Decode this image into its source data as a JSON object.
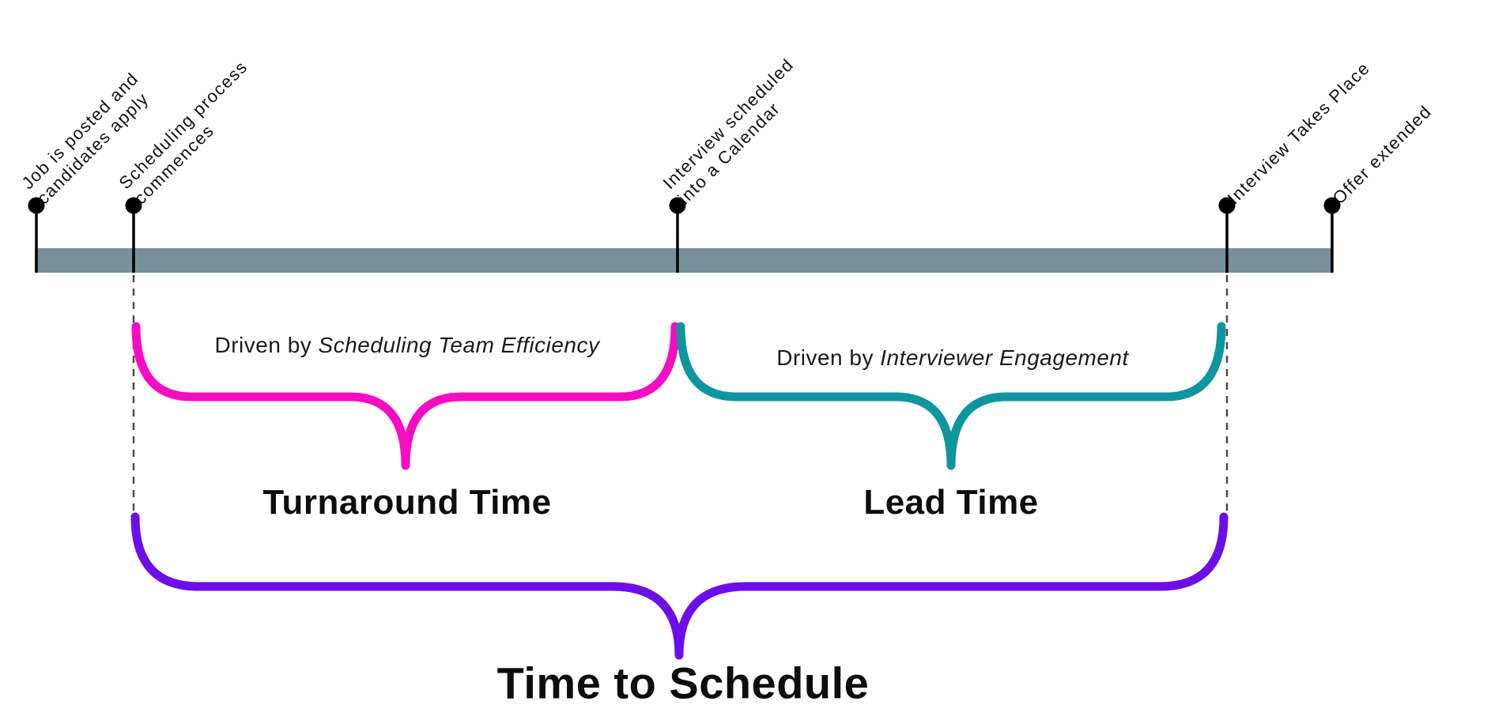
{
  "milestones": [
    {
      "lines": [
        "Job is posted and",
        "candidates apply"
      ]
    },
    {
      "lines": [
        "Scheduling process",
        "commences"
      ]
    },
    {
      "lines": [
        "Interview scheduled",
        "into a Calendar"
      ]
    },
    {
      "lines": [
        "Interview Takes Place"
      ]
    },
    {
      "lines": [
        "Offer extended"
      ]
    }
  ],
  "braces": {
    "turnaround": {
      "label": "Turnaround Time",
      "driver_prefix": "Driven by ",
      "driver_italic": "Scheduling Team Efficiency",
      "color": "#F60CC3"
    },
    "lead": {
      "label": "Lead Time",
      "driver_prefix": "Driven by ",
      "driver_italic": "Interviewer Engagement",
      "color": "#0E96A0"
    },
    "total": {
      "label": "Time to Schedule",
      "color": "#6D0EE8"
    }
  },
  "timeline": {
    "bar_color": "#78909C",
    "dot_color": "#000000",
    "dash_color": "#4a4a4a"
  }
}
